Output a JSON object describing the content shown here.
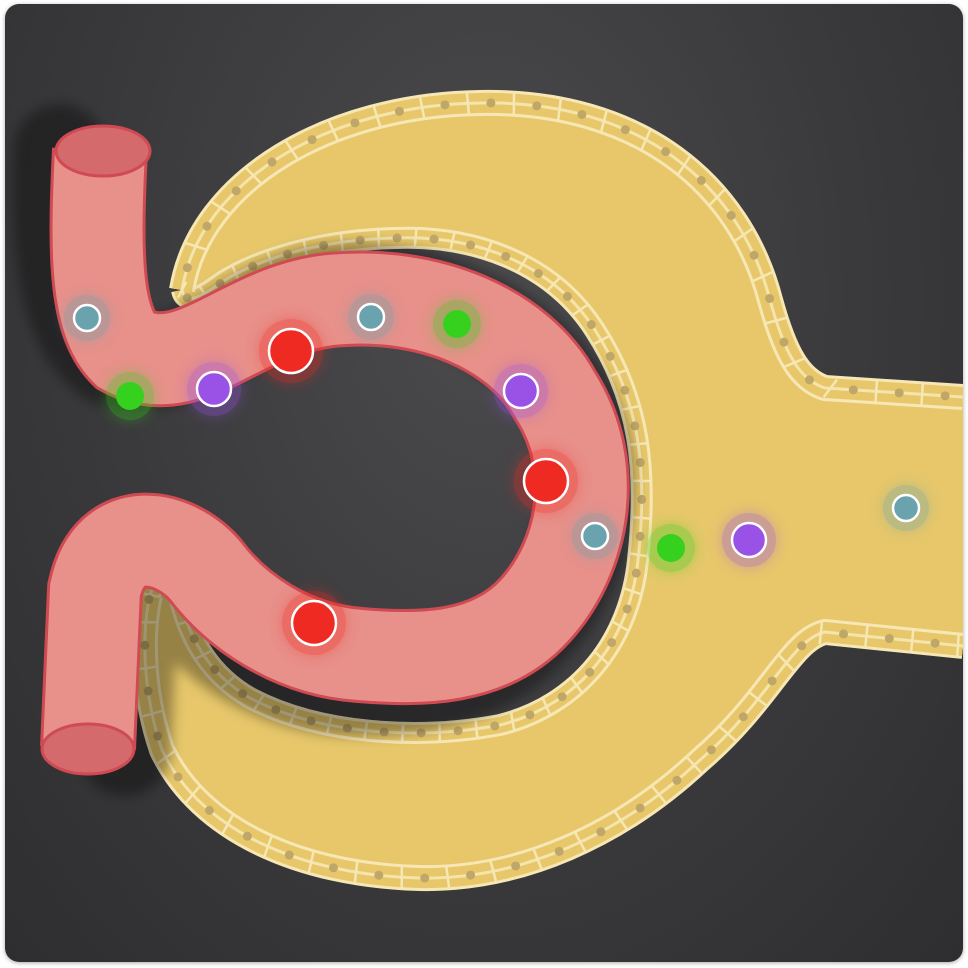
{
  "colors": {
    "background": "#3a3a3c",
    "capsule_fill": "#e7c76a",
    "capsule_outline": "#f6e7b4",
    "capsule_cell_nucleus": "#bfa669",
    "vessel_fill": "#e8908a",
    "vessel_outline": "#cf4a52",
    "particle_red": "#ee2a22",
    "particle_purple": "#9a52e6",
    "particle_green": "#35d11e",
    "particle_teal": "#6aa3ad"
  },
  "particles": [
    {
      "kind": "teal",
      "location": "vessel"
    },
    {
      "kind": "green",
      "location": "vessel"
    },
    {
      "kind": "purple",
      "location": "vessel"
    },
    {
      "kind": "red",
      "location": "vessel"
    },
    {
      "kind": "teal",
      "location": "vessel"
    },
    {
      "kind": "green",
      "location": "vessel"
    },
    {
      "kind": "purple",
      "location": "vessel"
    },
    {
      "kind": "red",
      "location": "vessel"
    },
    {
      "kind": "red",
      "location": "vessel"
    },
    {
      "kind": "teal",
      "location": "filtration-boundary"
    },
    {
      "kind": "green",
      "location": "capsule-space"
    },
    {
      "kind": "purple",
      "location": "capsule-space"
    },
    {
      "kind": "teal",
      "location": "tubule"
    }
  ]
}
